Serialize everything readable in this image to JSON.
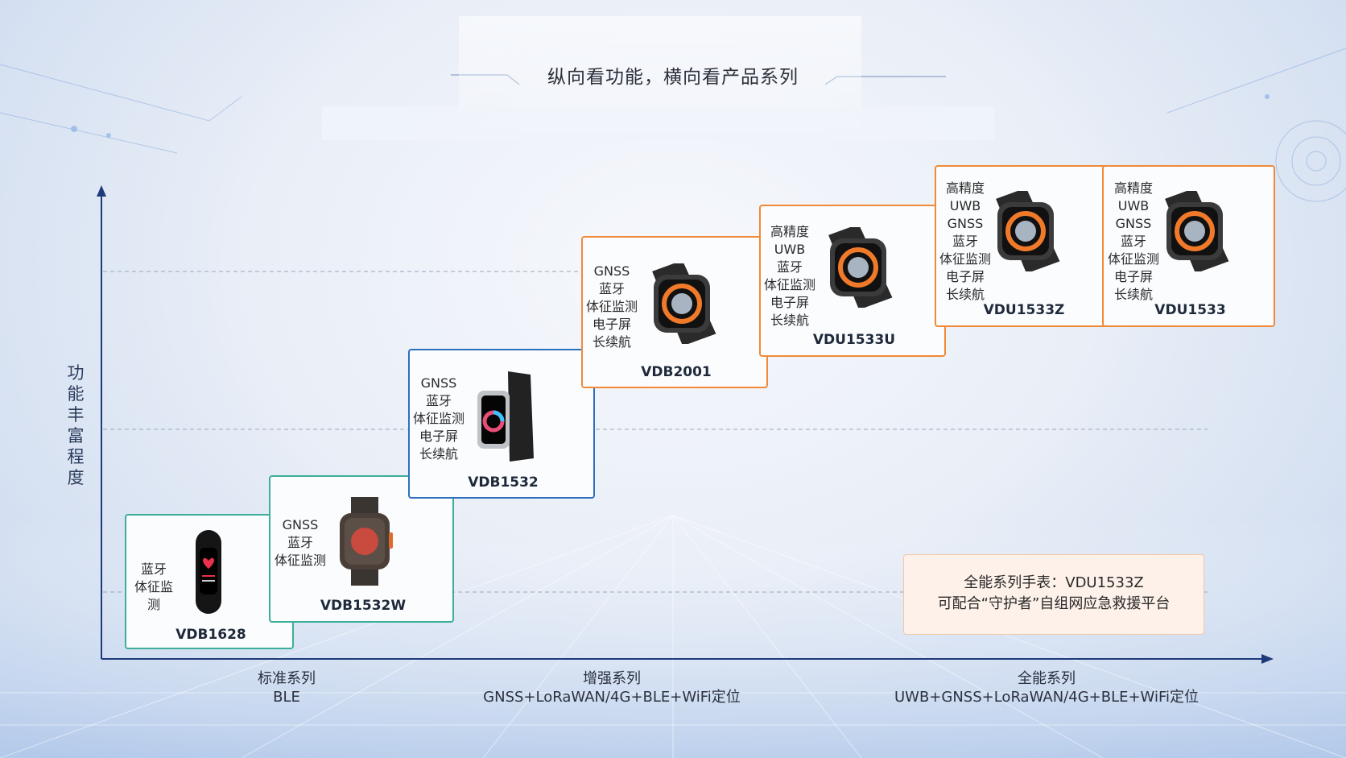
{
  "title": "纵向看功能，横向看产品系列",
  "y_axis_label": "功能丰富程度",
  "cards": [
    {
      "model": "VDB1628",
      "features": [
        "蓝牙",
        "体征监",
        "测"
      ]
    },
    {
      "model": "VDB1532W",
      "features": [
        "GNSS",
        "蓝牙",
        "体征监测"
      ]
    },
    {
      "model": "VDB1532",
      "features": [
        "GNSS",
        "蓝牙",
        "体征监测",
        "电子屏",
        "长续航"
      ]
    },
    {
      "model": "VDB2001",
      "features": [
        "GNSS",
        "蓝牙",
        "体征监测",
        "电子屏",
        "长续航"
      ]
    },
    {
      "model": "VDU1533U",
      "features": [
        "高精度",
        "UWB",
        "蓝牙",
        "体征监测",
        "电子屏",
        "长续航"
      ]
    },
    {
      "model": "VDU1533Z",
      "features": [
        "高精度",
        "UWB",
        "GNSS",
        "蓝牙",
        "体征监测",
        "电子屏",
        "长续航"
      ]
    },
    {
      "model": "VDU1533",
      "features": [
        "高精度",
        "UWB",
        "GNSS",
        "蓝牙",
        "体征监测",
        "电子屏",
        "长续航"
      ]
    }
  ],
  "series": [
    {
      "name": "标准系列",
      "tech": "BLE"
    },
    {
      "name": "增强系列",
      "tech": "GNSS+LoRaWAN/4G+BLE+WiFi定位"
    },
    {
      "name": "全能系列",
      "tech": "UWB+GNSS+LoRaWAN/4G+BLE+WiFi定位"
    }
  ],
  "note": {
    "line1": "全能系列手表：VDU1533Z",
    "line2": "可配合“守护者”自组网应急救援平台"
  },
  "colors": {
    "standard": "#3cae9a",
    "enhanced": "#2f6fc0",
    "allround": "#f08a36",
    "axis": "#1e3a7a"
  }
}
